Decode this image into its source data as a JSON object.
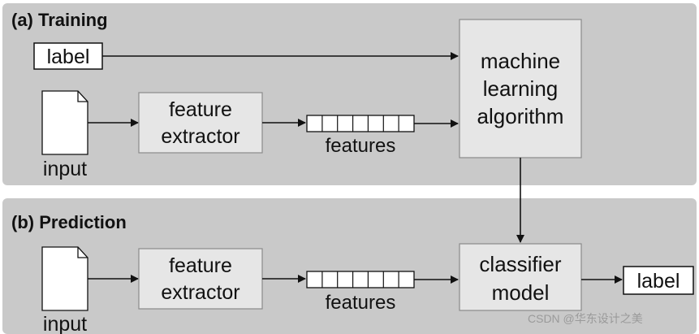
{
  "training": {
    "title": "(a) Training",
    "label_box": "label",
    "input_caption": "input",
    "extractor": [
      "feature",
      "extractor"
    ],
    "features_caption": "features",
    "algorithm": [
      "machine",
      "learning",
      "algorithm"
    ]
  },
  "prediction": {
    "title": "(b) Prediction",
    "input_caption": "input",
    "extractor": [
      "feature",
      "extractor"
    ],
    "features_caption": "features",
    "classifier": [
      "classifier",
      "model"
    ],
    "label_box": "label"
  },
  "watermark": "CSDN @华东设计之美",
  "colors": {
    "panel": "#c9c9c9",
    "box_fill": "#e6e6e6",
    "box_stroke": "#8a8a8a",
    "document": "#ffffff",
    "arrow": "#111111"
  }
}
